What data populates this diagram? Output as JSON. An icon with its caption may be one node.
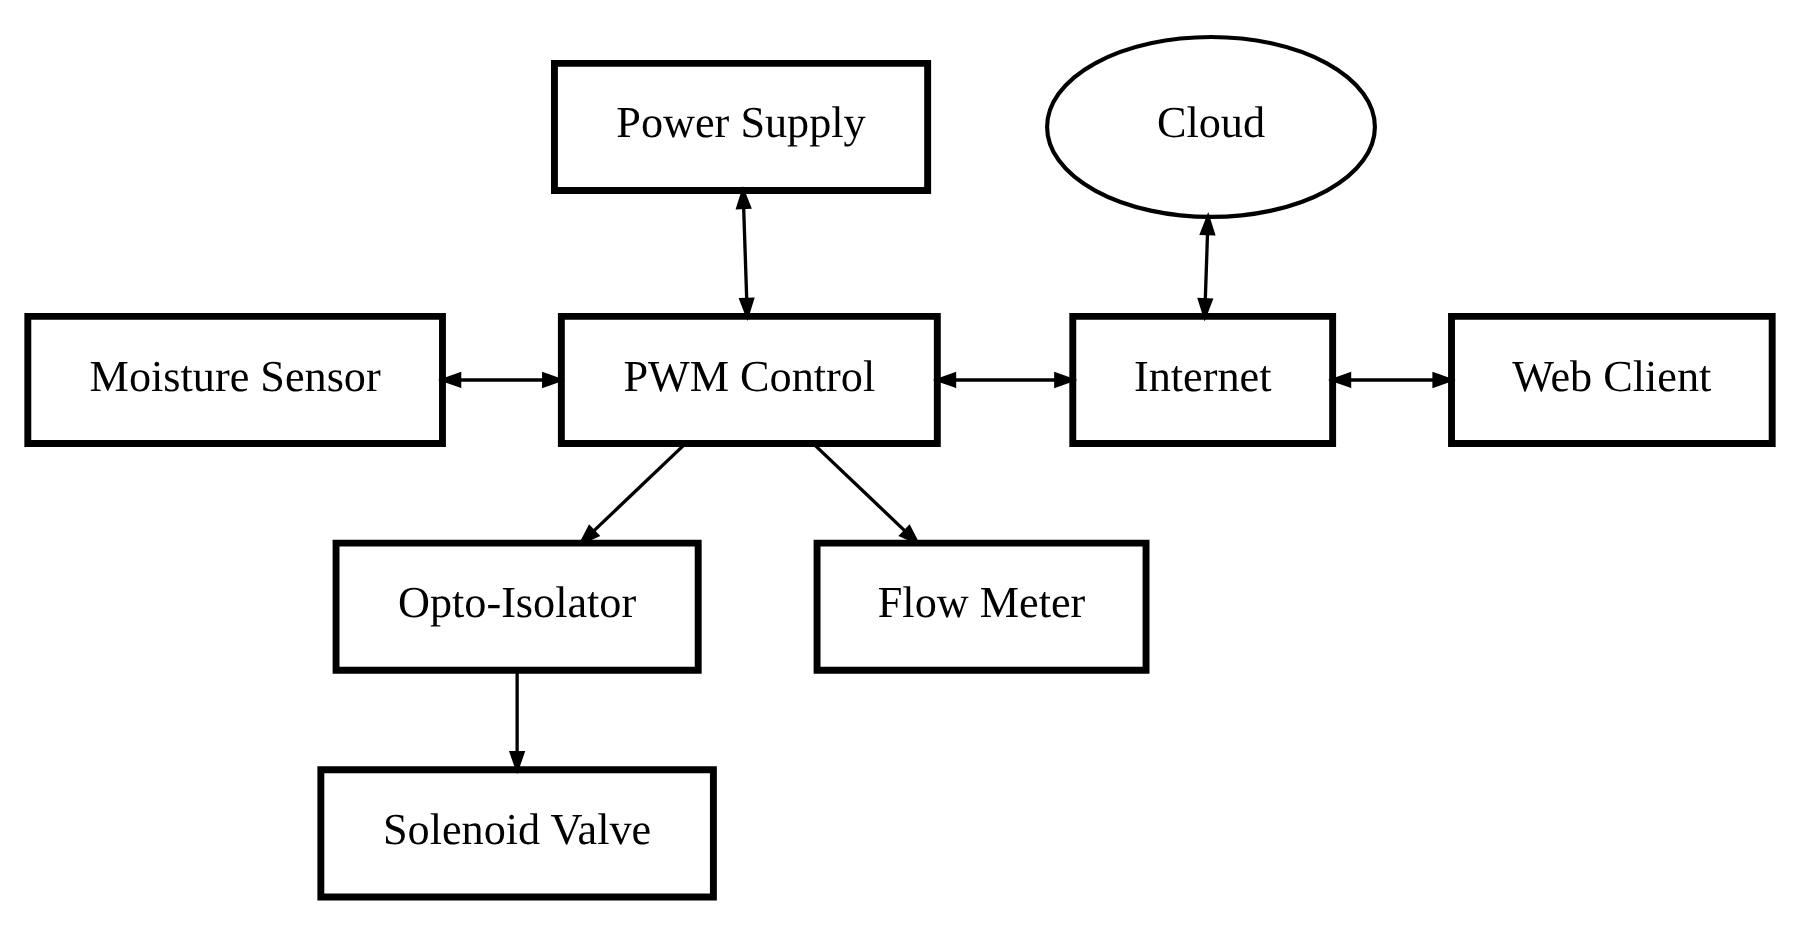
{
  "diagram": {
    "nodes": [
      {
        "text": [
          "Cloud"
        ]
      },
      {
        "text": [
          "Power Supply"
        ]
      },
      {
        "text": [
          "Internet"
        ]
      },
      {
        "text": [
          "Web Client"
        ]
      },
      {
        "text": [
          "Moisture Sensor"
        ]
      },
      {
        "text": [
          "PWM Control"
        ]
      },
      {
        "text": [
          "Opto-Isolator"
        ]
      },
      {
        "text": [
          "Flow Meter"
        ]
      },
      {
        "text": [
          "Solenoid Valve"
        ]
      }
    ],
    "edges": [
      {
        "from": 1,
        "to": 5,
        "arrow": "both"
      },
      {
        "from": 0,
        "to": 2,
        "arrow": "both"
      },
      {
        "from": 4,
        "to": 5,
        "arrow": "both"
      },
      {
        "from": 5,
        "to": 2,
        "arrow": "both"
      },
      {
        "from": 2,
        "to": 3,
        "arrow": "both"
      },
      {
        "from": 5,
        "to": 6,
        "arrow": "to"
      },
      {
        "from": 6,
        "to": 8,
        "arrow": "to"
      },
      {
        "from": 5,
        "to": 7,
        "arrow": "to"
      }
    ]
  }
}
